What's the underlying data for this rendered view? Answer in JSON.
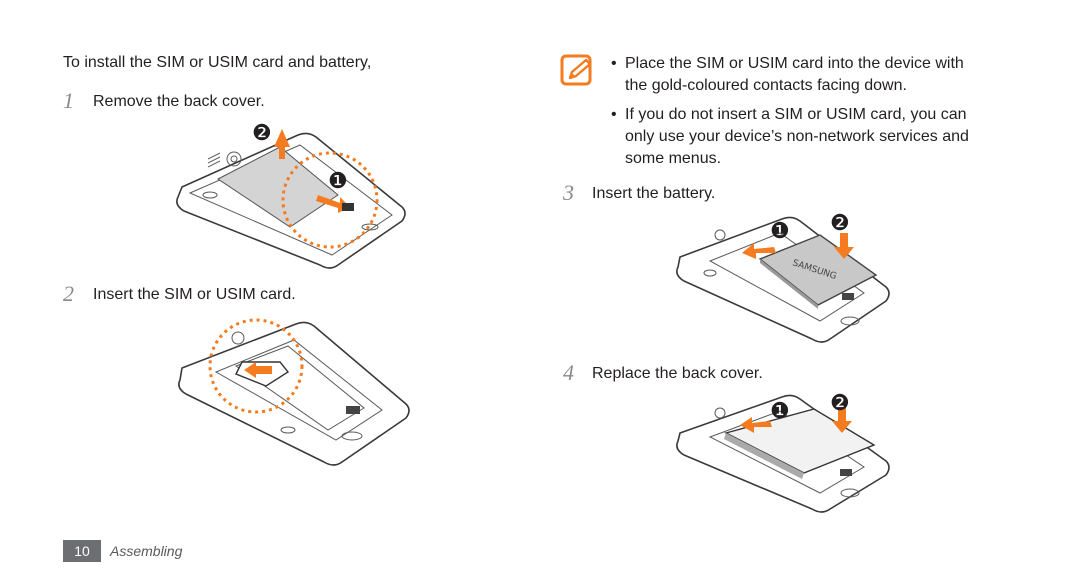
{
  "intro": "To install the SIM or USIM card and battery,",
  "steps": [
    {
      "num": "1",
      "text": "Remove the back cover."
    },
    {
      "num": "2",
      "text": "Insert the SIM or USIM card."
    },
    {
      "num": "3",
      "text": "Insert the battery."
    },
    {
      "num": "4",
      "text": "Replace the back cover."
    }
  ],
  "notes": [
    {
      "bullet": "•",
      "lines": [
        "Place the SIM or USIM card into the device with",
        "the gold-coloured contacts facing down."
      ]
    },
    {
      "bullet": "•",
      "lines": [
        "If you do not insert a SIM or USIM card, you can",
        "only use your device’s non-network services and",
        "some menus."
      ]
    }
  ],
  "markers": {
    "one": "❶",
    "two": "❷"
  },
  "logo_text": "SAMSUNG",
  "note_icon": "note-pencil-icon",
  "footer": {
    "page": "10",
    "section": "Assembling"
  },
  "colors": {
    "accent": "#f47b20",
    "footer_bg": "#6d6e71",
    "step_number": "#8a8a8a"
  }
}
